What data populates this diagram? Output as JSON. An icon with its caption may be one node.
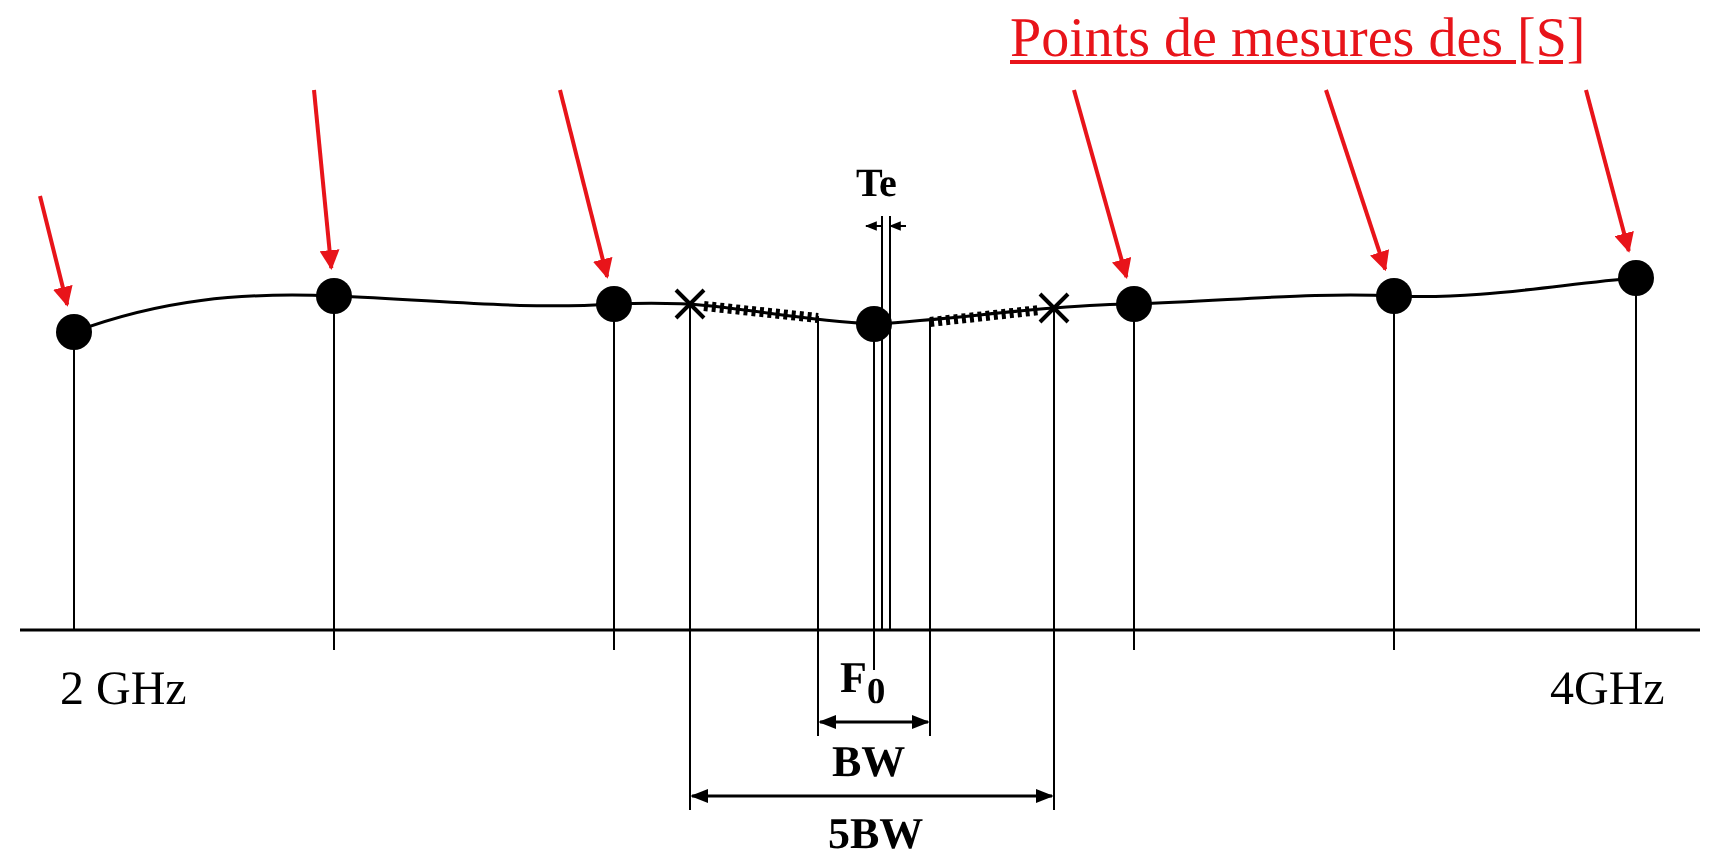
{
  "diagram": {
    "nodes": [
      {
        "text": [],
        "shape": "circle"
      },
      {
        "text": [],
        "shape": "circle"
      },
      {
        "text": [],
        "shape": "circle"
      },
      {
        "text": [],
        "shape": "circle"
      },
      {
        "text": [],
        "shape": "circle"
      },
      {
        "text": [],
        "shape": "circle"
      },
      {
        "text": [],
        "shape": "circle"
      }
    ],
    "edges": [
      {
        "from": null,
        "to": 0,
        "arrow": "to"
      },
      {
        "from": null,
        "to": 1,
        "arrow": "to"
      },
      {
        "from": null,
        "to": 2,
        "arrow": "to"
      },
      {
        "from": null,
        "to": 4,
        "arrow": "to"
      },
      {
        "from": null,
        "to": 5,
        "arrow": "to"
      },
      {
        "from": null,
        "to": 6,
        "arrow": "to"
      }
    ],
    "labels": [
      "Points de mesures des [S]",
      "Te",
      "2 GHz",
      "F$_{0}$",
      "4GHz",
      "BW",
      "5BW"
    ]
  }
}
